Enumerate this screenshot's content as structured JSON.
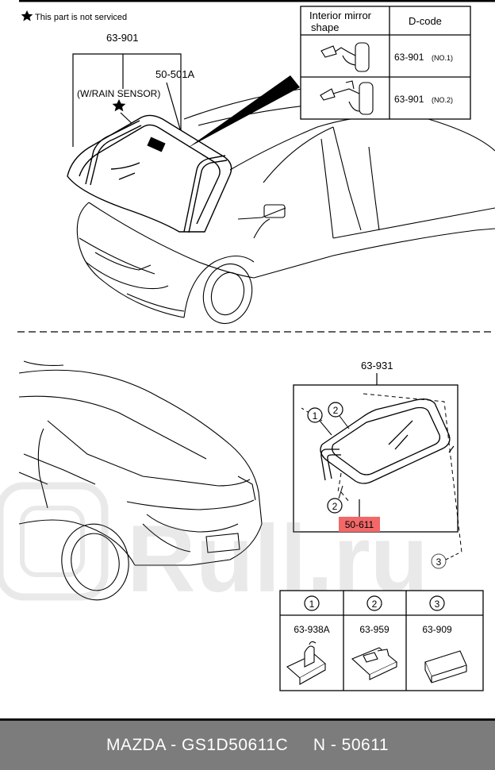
{
  "notice": "This part is not serviced",
  "top": {
    "part_windshield": "63-901",
    "part_molding": "50-501A",
    "rain_sensor": "(W/RAIN SENSOR)"
  },
  "mirror_table": {
    "header_shape": [
      "Interior mirror",
      "shape"
    ],
    "header_dcode": "D-code",
    "rows": [
      {
        "code": "63-901",
        "variant": "(NO.1)"
      },
      {
        "code": "63-901",
        "variant": "(NO.2)"
      }
    ]
  },
  "rear": {
    "part_rear_glass": "63-931",
    "part_highlighted": "50-611",
    "callout_1": "1",
    "callout_2a": "2",
    "callout_2b": "2",
    "callout_3": "3"
  },
  "legend": {
    "items": [
      {
        "num": "1",
        "code": "63-938A"
      },
      {
        "num": "2",
        "code": "63-959"
      },
      {
        "num": "3",
        "code": "63-909"
      }
    ]
  },
  "watermark": "Rull.ru",
  "footer": "MAZDA - GS1D50611C     N - 50611",
  "colors": {
    "highlight": "#f26868",
    "footer_bg": "#7c7c7c"
  }
}
